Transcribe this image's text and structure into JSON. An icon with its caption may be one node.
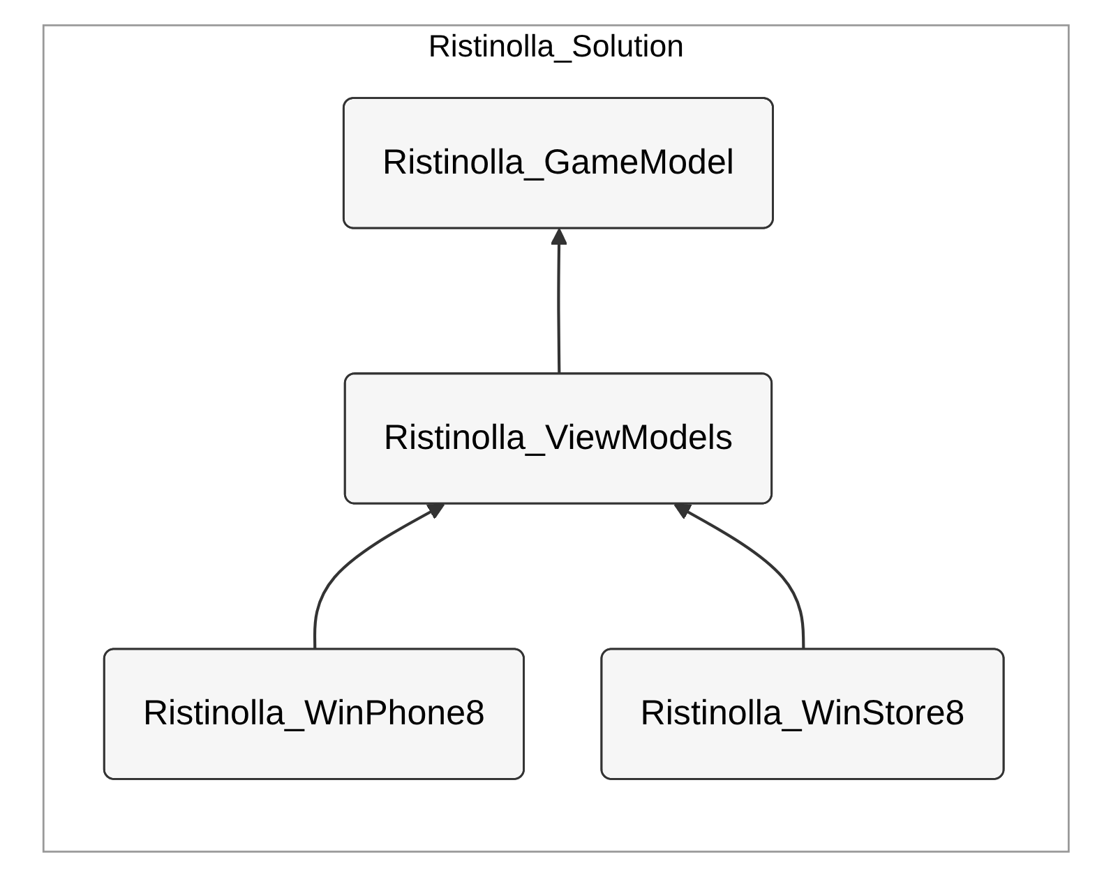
{
  "diagram": {
    "nodes": [
      {
        "text": [
          "Ristinolla_Solution"
        ]
      },
      {
        "text": [
          "Ristinolla_GameModel"
        ],
        "in": 0
      },
      {
        "text": [
          "Ristinolla_ViewModels"
        ],
        "in": 0
      },
      {
        "text": [
          "Ristinolla_WinPhone8"
        ],
        "in": 0
      },
      {
        "text": [
          "Ristinolla_WinStore8"
        ],
        "in": 0
      }
    ],
    "edges": [
      {
        "from": 2,
        "to": 1,
        "arrow": "to"
      },
      {
        "from": 3,
        "to": 2,
        "arrow": "to"
      },
      {
        "from": 4,
        "to": 2,
        "arrow": "to"
      }
    ]
  }
}
